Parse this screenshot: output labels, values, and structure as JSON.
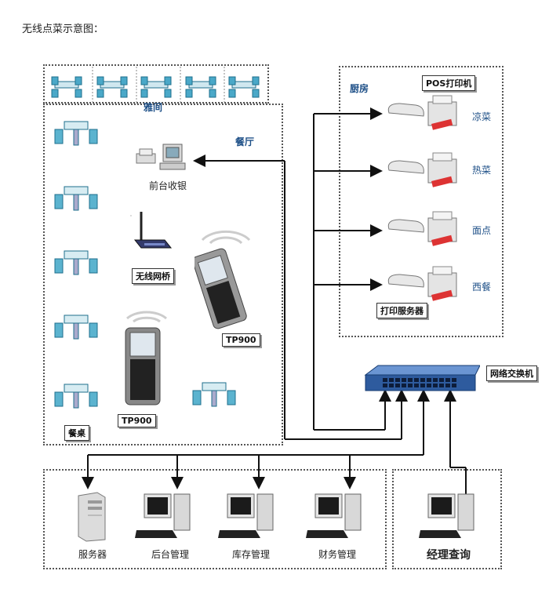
{
  "title": "无线点菜示意图：",
  "zones": {
    "private_room": "雅间",
    "restaurant": "餐厅",
    "kitchen": "厨房"
  },
  "kitchen": {
    "pos_printer": "POS打印机",
    "stations": [
      "凉菜",
      "热菜",
      "面点",
      "西餐"
    ],
    "print_server": "打印服务器"
  },
  "restaurant": {
    "front_desk": "前台收银",
    "bridge": "无线网桥",
    "handheld_1": "TP900",
    "handheld_2": "TP900",
    "table": "餐桌"
  },
  "network": {
    "switch": "网络交换机"
  },
  "office": {
    "server": "服务器",
    "backend": "后台管理",
    "inventory": "库存管理",
    "finance": "财务管理",
    "manager": "经理查询"
  }
}
